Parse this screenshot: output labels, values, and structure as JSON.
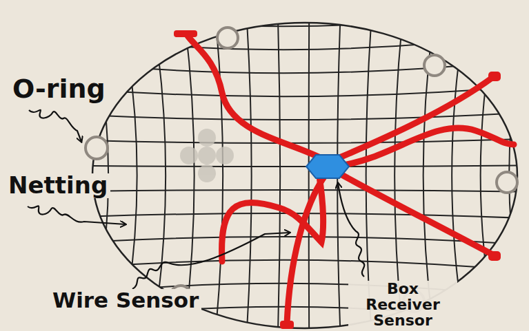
{
  "diagram": {
    "labels": [
      "O-ring",
      "Netting",
      "Wire Sensor",
      "Box Receiver Sensor"
    ]
  }
}
